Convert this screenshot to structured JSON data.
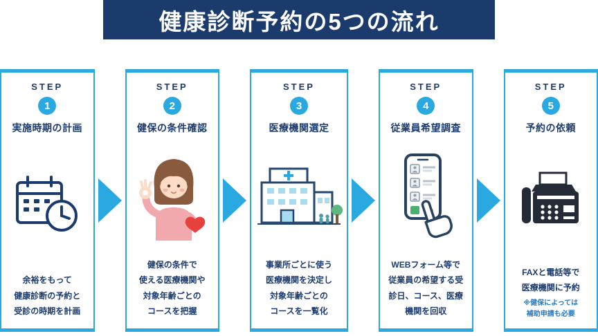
{
  "header": {
    "title": "健康診断予約の5つの流れ"
  },
  "colors": {
    "banner_navy": "#1c3b6d",
    "accent_blue": "#2aa9e0",
    "text_navy": "#1c3b6d",
    "note_blue": "#2c79bd"
  },
  "steps": [
    {
      "step_label": "STEP",
      "number": "1",
      "title": "実施時期の計画",
      "icon": "calendar-clock-icon",
      "description": "余裕をもって\n健康診断の予約と\n受診の時期を計画"
    },
    {
      "step_label": "STEP",
      "number": "2",
      "title": "健保の条件確認",
      "icon": "woman-ok-sign-icon",
      "description": "健保の条件で\n使える医療機関や\n対象年齢ごとの\nコースを把握"
    },
    {
      "step_label": "STEP",
      "number": "3",
      "title": "医療機関選定",
      "icon": "hospital-building-icon",
      "description": "事業所ごとに使う\n医療機関を決定し\n対象年齢ごとの\nコースを一覧化"
    },
    {
      "step_label": "STEP",
      "number": "4",
      "title": "従業員希望調査",
      "icon": "smartphone-survey-icon",
      "description": "WEBフォーム等で\n従業員の希望する受\n診日、コース、医療\n機関を回収"
    },
    {
      "step_label": "STEP",
      "number": "5",
      "title": "予約の依頼",
      "icon": "fax-machine-icon",
      "description": "FAXと電話等で\n医療機関に予約",
      "note": "※健保によっては\n補助申請も必要"
    }
  ]
}
